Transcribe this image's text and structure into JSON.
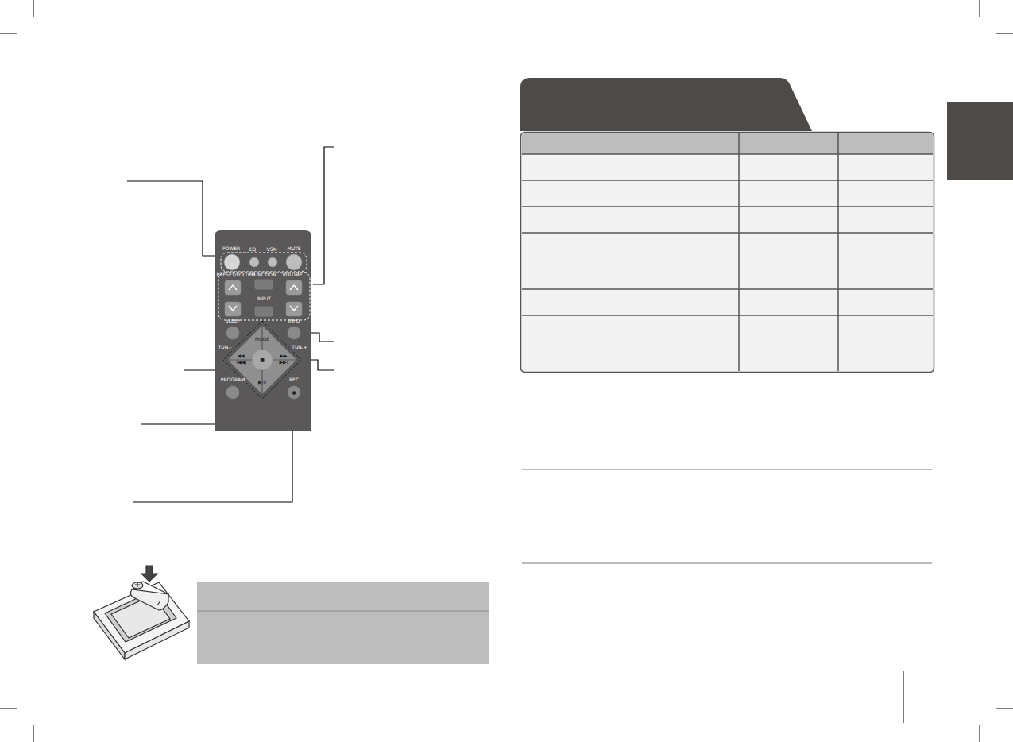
{
  "diagram": {
    "labels": [
      "POWER",
      "EQ",
      "VSM",
      "MUTE",
      "PRESET/FOLDER",
      "FUNCTION",
      "VOLUME",
      "INPUT",
      "SLEEP",
      "INFO",
      "MODE",
      "TUN.-",
      "TUN.+",
      "◀◀",
      "I◀◀",
      "■",
      "▶/II",
      "▶▶",
      "▶▶I",
      "PROGRAM",
      "REC",
      "●"
    ]
  }
}
